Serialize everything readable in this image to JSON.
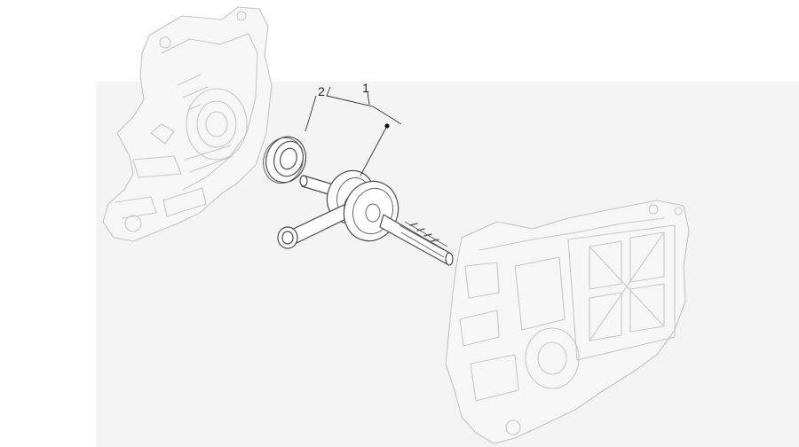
{
  "callouts": [
    {
      "label": "1",
      "part": "crankshaft-assembly"
    },
    {
      "label": "2",
      "part": "main-bearing"
    }
  ],
  "colors": {
    "background": "#ffffff",
    "ghost_parts": "#c8c8c8",
    "highlighted_parts": "#4a4a4a"
  }
}
